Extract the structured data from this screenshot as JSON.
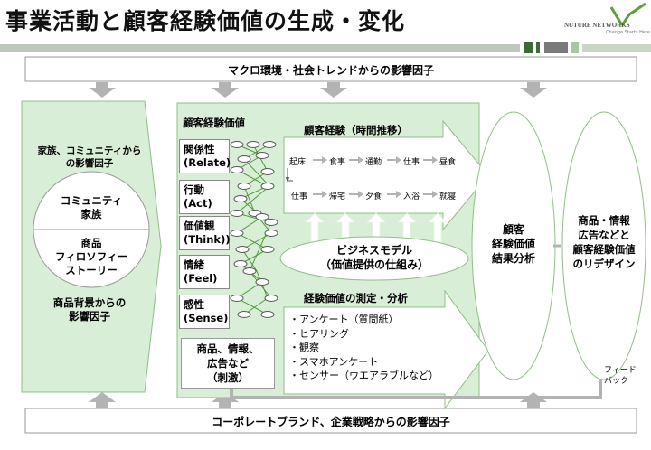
{
  "title": "事業活動と顧客経験価値の生成・変化",
  "logo": {
    "line1": "NUTURE NETWORKS",
    "line2": "Change Starts Here"
  },
  "top_banner": "マクロ環境・社会トレンドからの影響因子",
  "bottom_banner": "コーポレートブランド、企業戦略からの影響因子",
  "left_panel": {
    "top_label": "家族、コミュニティから\nの影響因子",
    "circle_upper": "コミュニティ\n家族",
    "circle_lower": "商品\nフィロソフィー\nストーリー",
    "bottom_label": "商品背景からの\n影響因子"
  },
  "experience": {
    "header": "顧客経験価値",
    "facets": [
      "関係性\n(Relate)",
      "行動\n(Act)",
      "価値観\n(Think))",
      "情緒\n(Feel)",
      "感性\n(Sense)"
    ],
    "stimulus": "商品、情報、\n広告など\n（刺激）"
  },
  "timeline": {
    "header": "顧客経験（時間推移）",
    "row1": [
      "起床",
      "食事",
      "通勤",
      "仕事",
      "昼食"
    ],
    "row2": [
      "仕事",
      "帰宅",
      "夕食",
      "入浴",
      "就寝"
    ]
  },
  "business_model": "ビジネスモデル\n（価値提供の仕組み）",
  "measurement": {
    "header": "経験価値の測定・分析",
    "items": [
      "・アンケート（質問紙）",
      "・ヒアリング",
      "・観察",
      "・スマホアンケート",
      "・センサー（ウエアラブルなど）"
    ]
  },
  "customer_result": "顧客\n経験価値\n結果分析",
  "redesign": "商品・情報\n広告などと\n顧客経験価値\nのリデザイン",
  "feedback": "フィード\nバック",
  "colors": {
    "green_fill": "#d9eed6",
    "gray_arrow": "#b3b3b3",
    "line_green": "#4f9a3c"
  }
}
